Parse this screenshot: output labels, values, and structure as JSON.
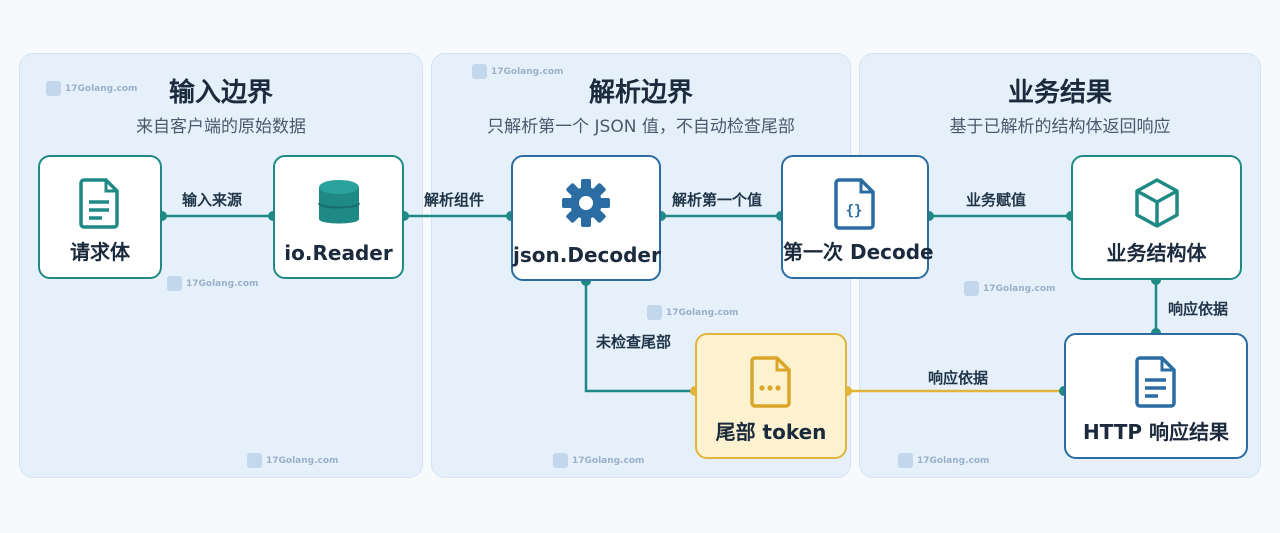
{
  "panels": [
    {
      "title": "输入边界",
      "subtitle": "来自客户端的原始数据"
    },
    {
      "title": "解析边界",
      "subtitle": "只解析第一个 JSON 值，不自动检查尾部"
    },
    {
      "title": "业务结果",
      "subtitle": "基于已解析的结构体返回响应"
    }
  ],
  "nodes": {
    "request_body": "请求体",
    "io_reader": "io.Reader",
    "json_decoder": "json.Decoder",
    "first_decode": "第一次 Decode",
    "business_struct": "业务结构体",
    "tail_token": "尾部 token",
    "http_result": "HTTP 响应结果"
  },
  "edges": {
    "input_source": "输入来源",
    "parse_component": "解析组件",
    "parse_first_value": "解析第一个值",
    "business_assign": "业务赋值",
    "tail_unchecked": "未检查尾部",
    "response_basis_1": "响应依据",
    "response_basis_2": "响应依据"
  },
  "watermark": "17Golang.com",
  "colors": {
    "teal": "#1f8a85",
    "blue": "#2b6ca3",
    "yellow": "#e2b53a"
  },
  "icons": [
    "document-icon",
    "database-icon",
    "gear-icon",
    "json-file-icon",
    "cube-icon",
    "ellipsis-file-icon",
    "text-document-icon"
  ]
}
